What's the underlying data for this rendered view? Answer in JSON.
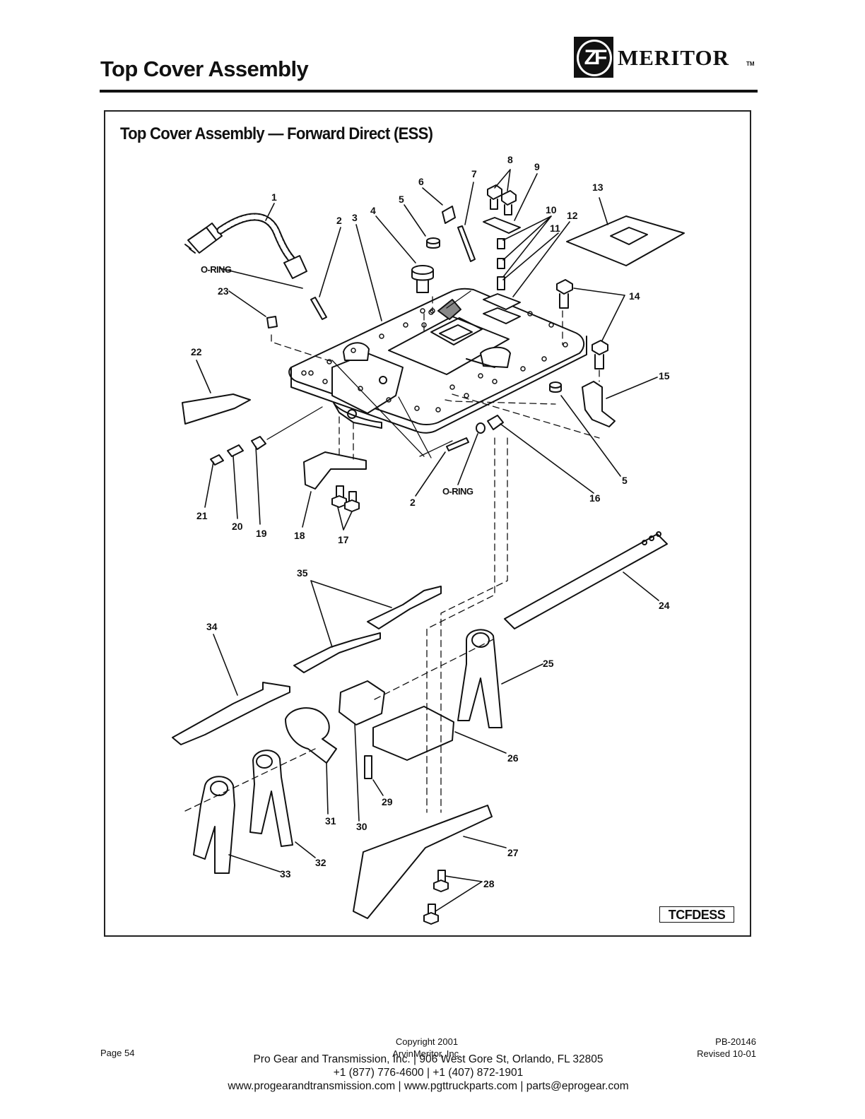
{
  "header": {
    "title": "Top Cover Assembly",
    "logo": {
      "mark": "ZF",
      "word": "MERITOR",
      "tm": "TM"
    }
  },
  "figure": {
    "title": "Top Cover Assembly — Forward Direct (ESS)",
    "code": "TCFDESS",
    "callouts": [
      {
        "id": "c1",
        "text": "1"
      },
      {
        "id": "c2a",
        "text": "2"
      },
      {
        "id": "c3",
        "text": "3"
      },
      {
        "id": "c4",
        "text": "4"
      },
      {
        "id": "c5a",
        "text": "5"
      },
      {
        "id": "c6",
        "text": "6"
      },
      {
        "id": "c7",
        "text": "7"
      },
      {
        "id": "c8",
        "text": "8"
      },
      {
        "id": "c9",
        "text": "9"
      },
      {
        "id": "c10",
        "text": "10"
      },
      {
        "id": "c11",
        "text": "11"
      },
      {
        "id": "c12",
        "text": "12"
      },
      {
        "id": "c13",
        "text": "13"
      },
      {
        "id": "c14",
        "text": "14"
      },
      {
        "id": "c15",
        "text": "15"
      },
      {
        "id": "c16",
        "text": "16"
      },
      {
        "id": "c5b",
        "text": "5"
      },
      {
        "id": "c2b",
        "text": "2"
      },
      {
        "id": "c17",
        "text": "17"
      },
      {
        "id": "c18",
        "text": "18"
      },
      {
        "id": "c19",
        "text": "19"
      },
      {
        "id": "c20",
        "text": "20"
      },
      {
        "id": "c21",
        "text": "21"
      },
      {
        "id": "c22",
        "text": "22"
      },
      {
        "id": "c23",
        "text": "23"
      },
      {
        "id": "c24",
        "text": "24"
      },
      {
        "id": "c25",
        "text": "25"
      },
      {
        "id": "c26",
        "text": "26"
      },
      {
        "id": "c27",
        "text": "27"
      },
      {
        "id": "c28",
        "text": "28"
      },
      {
        "id": "c29",
        "text": "29"
      },
      {
        "id": "c30",
        "text": "30"
      },
      {
        "id": "c31",
        "text": "31"
      },
      {
        "id": "c32",
        "text": "32"
      },
      {
        "id": "c33",
        "text": "33"
      },
      {
        "id": "c34",
        "text": "34"
      },
      {
        "id": "c35",
        "text": "35"
      }
    ],
    "labels": {
      "oring_top": "O-RING",
      "oring_bottom": "O-RING"
    }
  },
  "footer": {
    "page": "Page 54",
    "copyright_line1": "Copyright 2001",
    "copyright_line2": "ArvinMeritor, Inc.",
    "doc_number": "PB-20146",
    "revision": "Revised 10-01"
  },
  "dealer": {
    "line1": "Pro Gear and Transmission, Inc. | 906 West Gore St, Orlando, FL  32805",
    "line2": "+1 (877) 776-4600 | +1 (407) 872-1901",
    "line3": "www.progearandtransmission.com | www.pgttruckparts.com | parts@eprogear.com"
  }
}
